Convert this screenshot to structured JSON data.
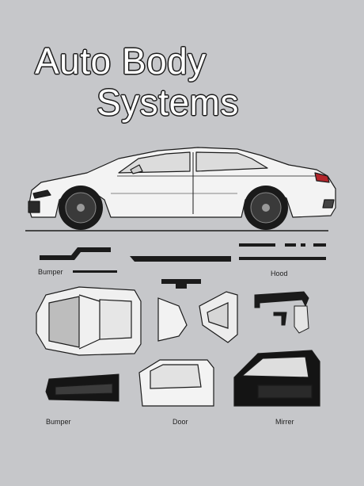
{
  "title": {
    "line1": "Auto Body",
    "line2": "Systems"
  },
  "labels": {
    "bumper_top": "Bumper",
    "hood": "Hood",
    "bumper_bottom": "Bumper",
    "door": "Door",
    "mirror": "Mirrer"
  },
  "colors": {
    "background": "#c6c7ca",
    "outline": "#1b1b1b",
    "body": "#f2f2f2",
    "dark": "#151515",
    "taillight": "#b3262b"
  }
}
